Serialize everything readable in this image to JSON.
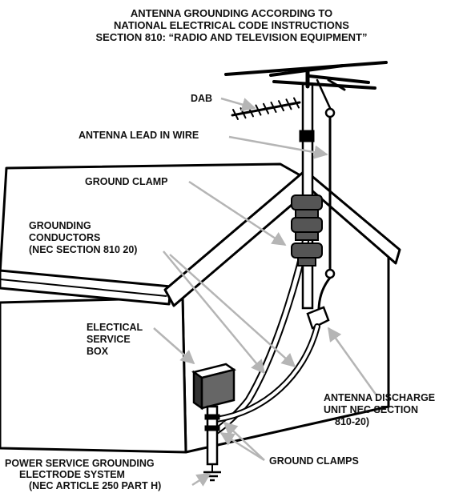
{
  "title": {
    "line1": "ANTENNA GROUNDING ACCORDING TO",
    "line2": "NATIONAL ELECTRICAL CODE INSTRUCTIONS",
    "line3": "SECTION 810: “RADIO AND TELEVISION EQUIPMENT”"
  },
  "labels": {
    "dab": "DAB",
    "lead_in": "ANTENNA LEAD IN WIRE",
    "ground_clamp": "GROUND CLAMP",
    "grounding_conductors": [
      "GROUNDING",
      "CONDUCTORS",
      "(NEC SECTION 810 20)"
    ],
    "service_box": [
      "ELECTICAL",
      "SERVICE",
      "BOX"
    ],
    "discharge_unit": [
      "ANTENNA DISCHARGE",
      "UNIT NEC SECTION",
      "810-20)"
    ],
    "ground_clamps": "GROUND CLAMPS",
    "electrode": [
      "POWER SERVICE GROUNDING",
      "ELECTRODE SYSTEM",
      "(NEC ARTICLE 250  PART H)"
    ]
  }
}
